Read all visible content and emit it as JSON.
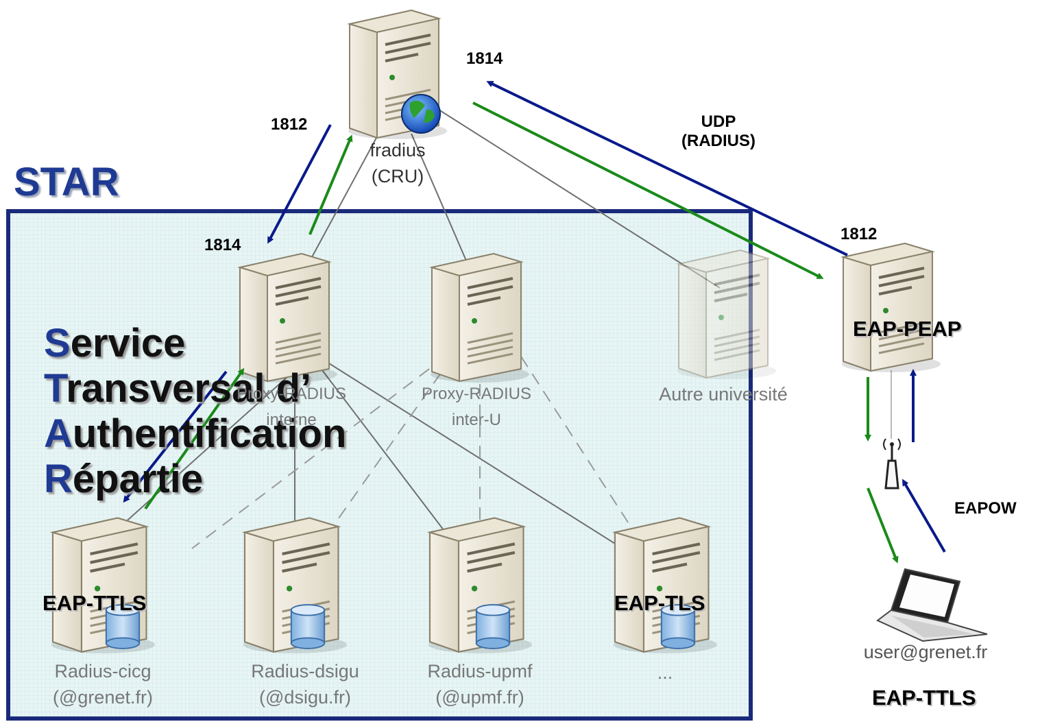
{
  "title": "STAR",
  "acronym": [
    {
      "first": "S",
      "rest": "ervice"
    },
    {
      "first": "T",
      "rest": "ransversal d’"
    },
    {
      "first": "A",
      "rest": "uthentification"
    },
    {
      "first": "R",
      "rest": "épartie"
    }
  ],
  "ports": {
    "fradius_top": "1814",
    "fradius_left": "1812",
    "proxy_in": "1814",
    "peap_in": "1812"
  },
  "protocols": {
    "udp_line1": "UDP",
    "udp_line2": "(RADIUS)",
    "eapow": "EAPOW",
    "eap_peap": "EAP-PEAP",
    "eap_ttls_left": "EAP-TTLS",
    "eap_tls": "EAP-TLS",
    "eap_ttls_bottom": "EAP-TTLS"
  },
  "servers": {
    "fradius": {
      "line1": "fradius",
      "line2": "(CRU)"
    },
    "proxy_interne": {
      "line1": "Proxy-RADIUS",
      "line2": "interne"
    },
    "proxy_interu": {
      "line1": "Proxy-RADIUS",
      "line2": "inter-U"
    },
    "autre": {
      "line1": "Autre université"
    },
    "cicg": {
      "line1": "Radius-cicg",
      "line2": "(@grenet.fr)"
    },
    "dsigu": {
      "line1": "Radius-dsigu",
      "line2": "(@dsigu.fr)"
    },
    "upmf": {
      "line1": "Radius-upmf",
      "line2": "(@upmf.fr)"
    },
    "etc": {
      "line1": "..."
    }
  },
  "client": {
    "user": "user@grenet.fr"
  },
  "colors": {
    "frame": "#1a2a7a",
    "request_arrow": "#0a1a8a",
    "response_arrow": "#1a8a1a",
    "box_fill": "#e6f4f4"
  }
}
